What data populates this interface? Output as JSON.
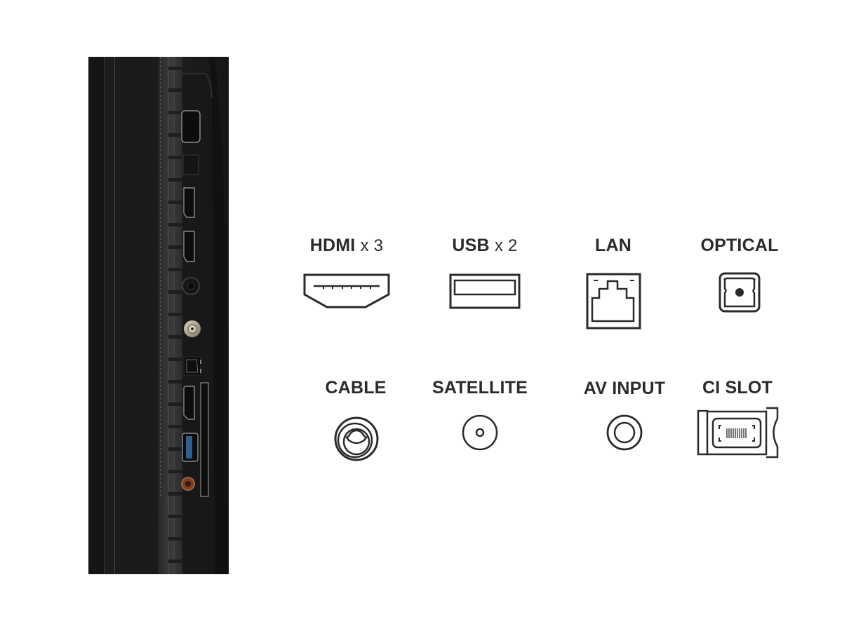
{
  "product": {
    "view": "TV side profile with rear connection panel",
    "panel_ports_top_to_bottom": [
      "HDMI",
      "LAN",
      "HDMI",
      "HDMI",
      "CABLE",
      "SATELLITE",
      "OPTICAL",
      "HDMI",
      "USB (blue)",
      "AV INPUT",
      "CI SLOT"
    ]
  },
  "ports": [
    {
      "id": "hdmi",
      "label": "HDMI",
      "multiplier": "x 3",
      "icon": "hdmi-port-icon"
    },
    {
      "id": "usb",
      "label": "USB",
      "multiplier": "x 2",
      "icon": "usb-port-icon"
    },
    {
      "id": "lan",
      "label": "LAN",
      "multiplier": "",
      "icon": "ethernet-port-icon"
    },
    {
      "id": "optical",
      "label": "OPTICAL",
      "multiplier": "",
      "icon": "optical-port-icon"
    },
    {
      "id": "cable",
      "label": "CABLE",
      "multiplier": "",
      "icon": "coax-cable-port-icon"
    },
    {
      "id": "satellite",
      "label": "SATELLITE",
      "multiplier": "",
      "icon": "satellite-port-icon"
    },
    {
      "id": "av",
      "label": "AV INPUT",
      "multiplier": "",
      "icon": "av-input-port-icon"
    },
    {
      "id": "ci",
      "label": "CI SLOT",
      "multiplier": "",
      "icon": "ci-slot-icon"
    }
  ],
  "colors": {
    "background": "#ffffff",
    "icon_stroke": "#2a2a2a",
    "label_text": "#2b2b2b",
    "tv_body": "#1c1c1c",
    "usb_accent": "#2f5f8f",
    "av_accent": "#8a4a2a"
  }
}
